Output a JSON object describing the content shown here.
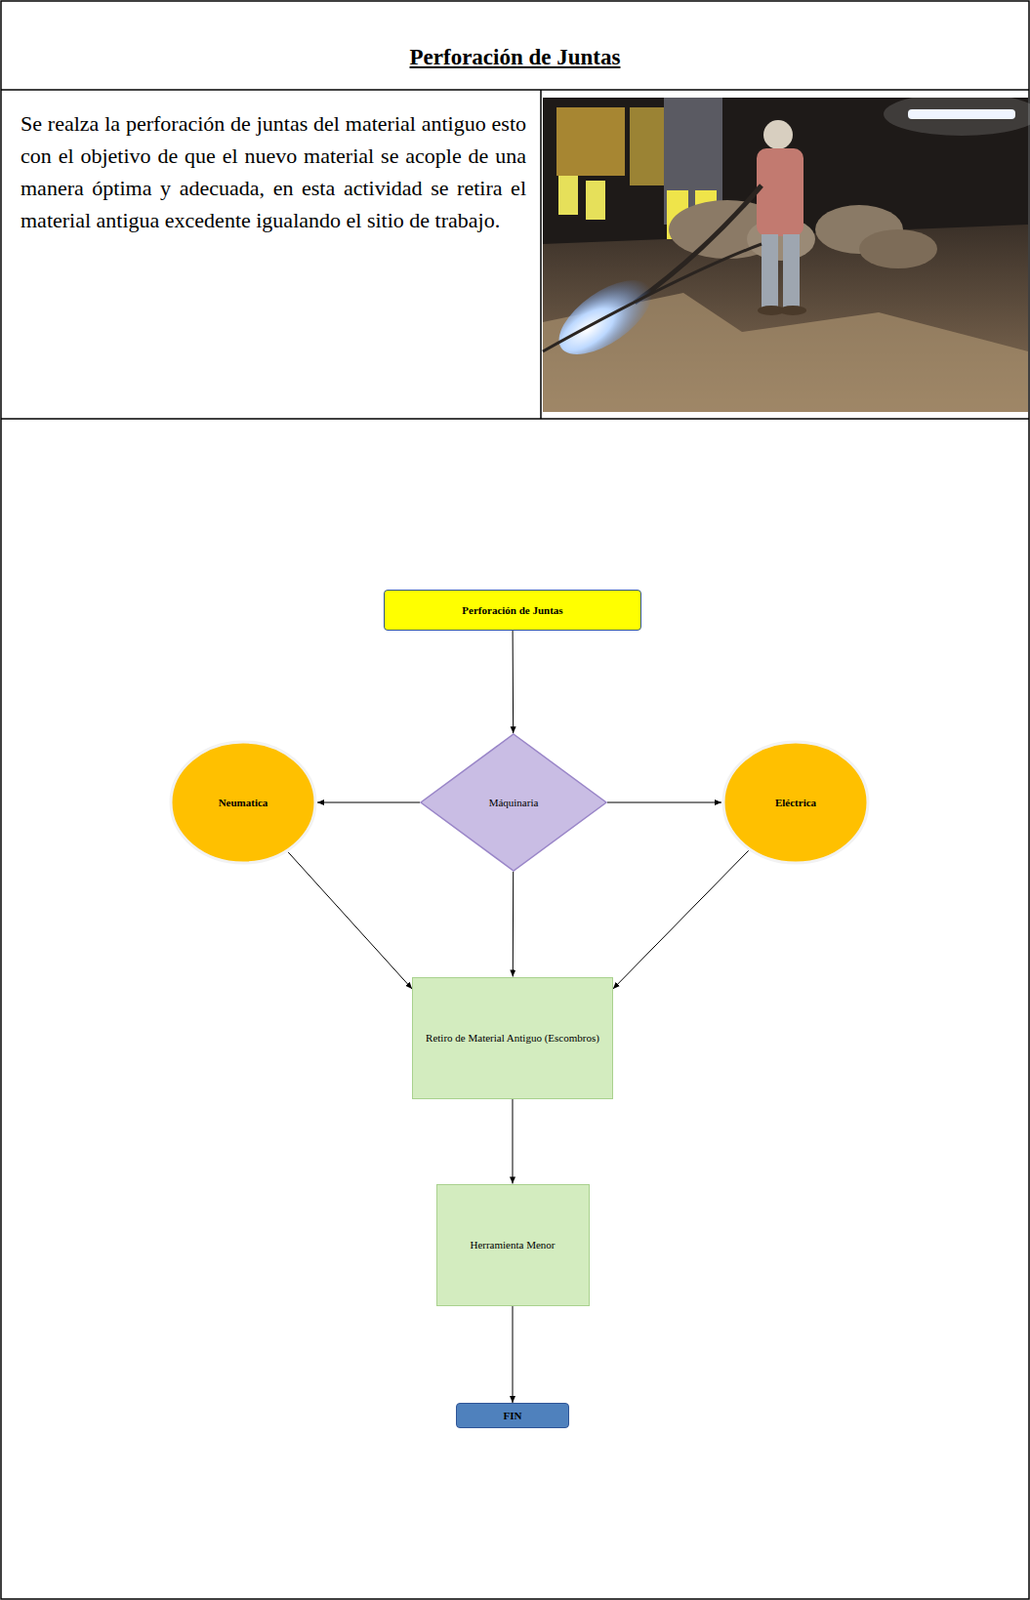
{
  "diagram": {
    "title": "Perforación de Juntas",
    "nodes": [
      {
        "text": [
          "Perforación de Juntas"
        ]
      },
      {
        "text": [
          "Máquinaria"
        ]
      },
      {
        "text": [
          "Neumatica"
        ]
      },
      {
        "text": [
          "Eléctrica"
        ]
      },
      {
        "text": [
          "Retiro de Material Antiguo (Escombros)"
        ]
      },
      {
        "text": [
          "Herramienta Menor"
        ]
      },
      {
        "text": [
          "FIN"
        ]
      }
    ],
    "edges": [
      {
        "from": 0,
        "to": 1,
        "arrow": "to"
      },
      {
        "from": 1,
        "to": 2,
        "arrow": "to"
      },
      {
        "from": 1,
        "to": 3,
        "arrow": "to"
      },
      {
        "from": 2,
        "to": 4,
        "arrow": "to"
      },
      {
        "from": 1,
        "to": 4,
        "arrow": "to"
      },
      {
        "from": 3,
        "to": 4,
        "arrow": "to"
      },
      {
        "from": 4,
        "to": 5,
        "arrow": "to"
      },
      {
        "from": 5,
        "to": 6,
        "arrow": "to"
      }
    ],
    "labels": [
      "Se realza la perforación de juntas del material antiguo esto con el objetivo de que el nuevo material se acople de una manera óptima y adecuada, en esta actividad se retira el material antigua excedente igualando el sitio de trabajo."
    ]
  }
}
